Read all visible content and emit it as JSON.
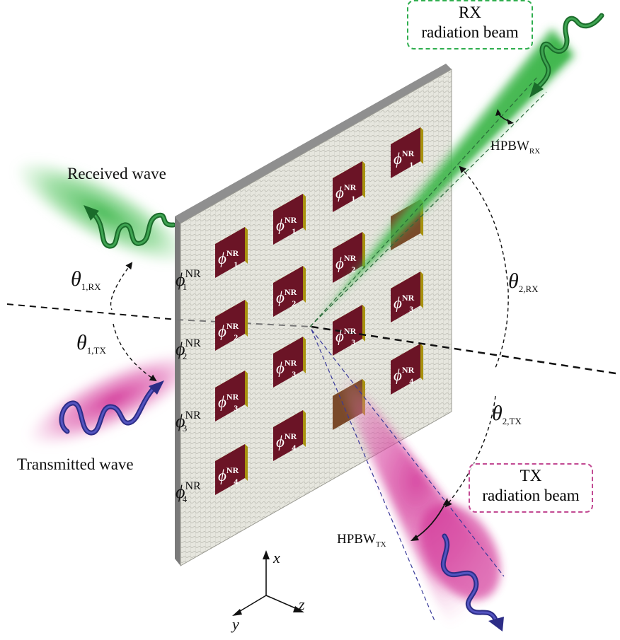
{
  "labels": {
    "rx_box_line1": "RX",
    "rx_box_line2": "radiation beam",
    "tx_box_line1": "TX",
    "tx_box_line2": "radiation beam",
    "received_wave": "Received wave",
    "transmitted_wave": "Transmitted wave",
    "hpbw": "HPBW",
    "hpbw_rx_sub": "RX",
    "hpbw_tx_sub": "TX",
    "theta": "θ",
    "theta_1rx_sub": "1,RX",
    "theta_1tx_sub": "1,TX",
    "theta_2rx_sub": "2,RX",
    "theta_2tx_sub": "2,TX",
    "phi": "ϕ",
    "nr": "NR",
    "idx1": "1",
    "idx2": "2",
    "idx3": "3",
    "idx4": "4",
    "axis_x": "x",
    "axis_y": "y",
    "axis_z": "z"
  },
  "colors": {
    "rx_beam": "#3cb54a",
    "tx_beam": "#d6409f",
    "rx_wave": "#1a6b2a",
    "tx_wave": "#3a3a9a",
    "tile_face": "#6b1426",
    "tile_edge": "#c9b41a",
    "panel": "#e3e3db"
  }
}
